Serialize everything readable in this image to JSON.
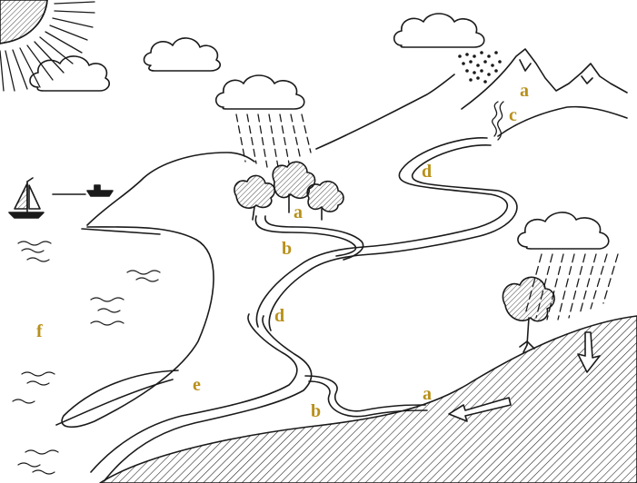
{
  "diagram": {
    "type": "water-cycle-illustration",
    "label_color": "#b8901a",
    "ink_color": "#1a1a1a",
    "labels": {
      "a_mountain": "a",
      "c_mountain": "c",
      "d_upper": "d",
      "a_trees": "a",
      "b_upper": "b",
      "d_middle": "d",
      "f_sea": "f",
      "e_delta": "e",
      "b_lower": "b",
      "a_ground": "a"
    }
  }
}
